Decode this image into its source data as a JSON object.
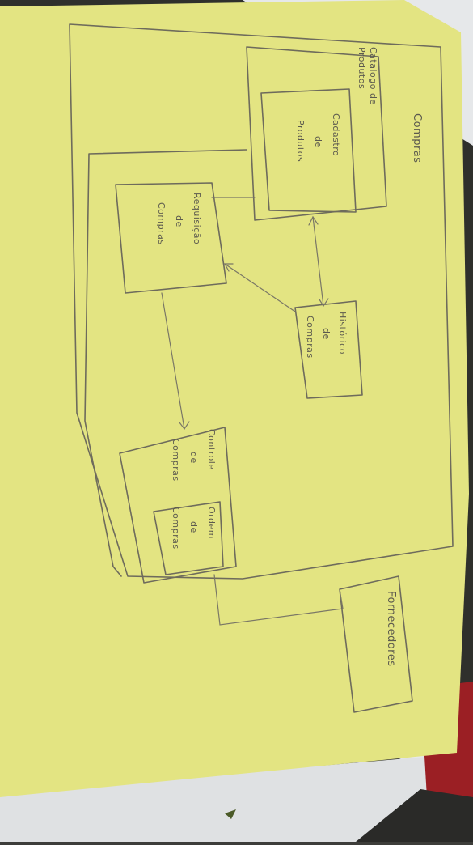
{
  "diagram": {
    "system_label": "Compras",
    "modules": {
      "catalogo": {
        "title": [
          "Catalogo de",
          "Produtos"
        ]
      },
      "cadastro": {
        "title": [
          "Cadastro",
          "de",
          "Produtos"
        ]
      },
      "requisicao": {
        "title": [
          "Requisição",
          "de",
          "Compras"
        ]
      },
      "historico": {
        "title": [
          "Histórico",
          "de",
          "Compras"
        ]
      },
      "controle": {
        "title": [
          "Controle",
          "de",
          "Compras"
        ]
      },
      "ordem": {
        "title": [
          "Ordem",
          "de",
          "Compras"
        ]
      },
      "fornecedores": {
        "title": [
          "Fornecedores"
        ]
      }
    }
  }
}
